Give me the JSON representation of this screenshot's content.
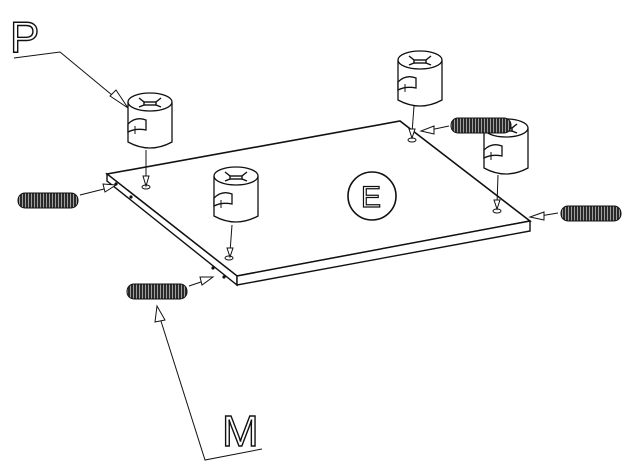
{
  "labels": {
    "p": "P",
    "m": "M",
    "e": "E"
  },
  "parts": {
    "board": "panel",
    "cam_lock": "cam-lock-fitting",
    "dowel": "dowel-pin"
  },
  "colors": {
    "line": "#111111",
    "background": "#ffffff",
    "dowel_fill": "#2a2a2a"
  }
}
